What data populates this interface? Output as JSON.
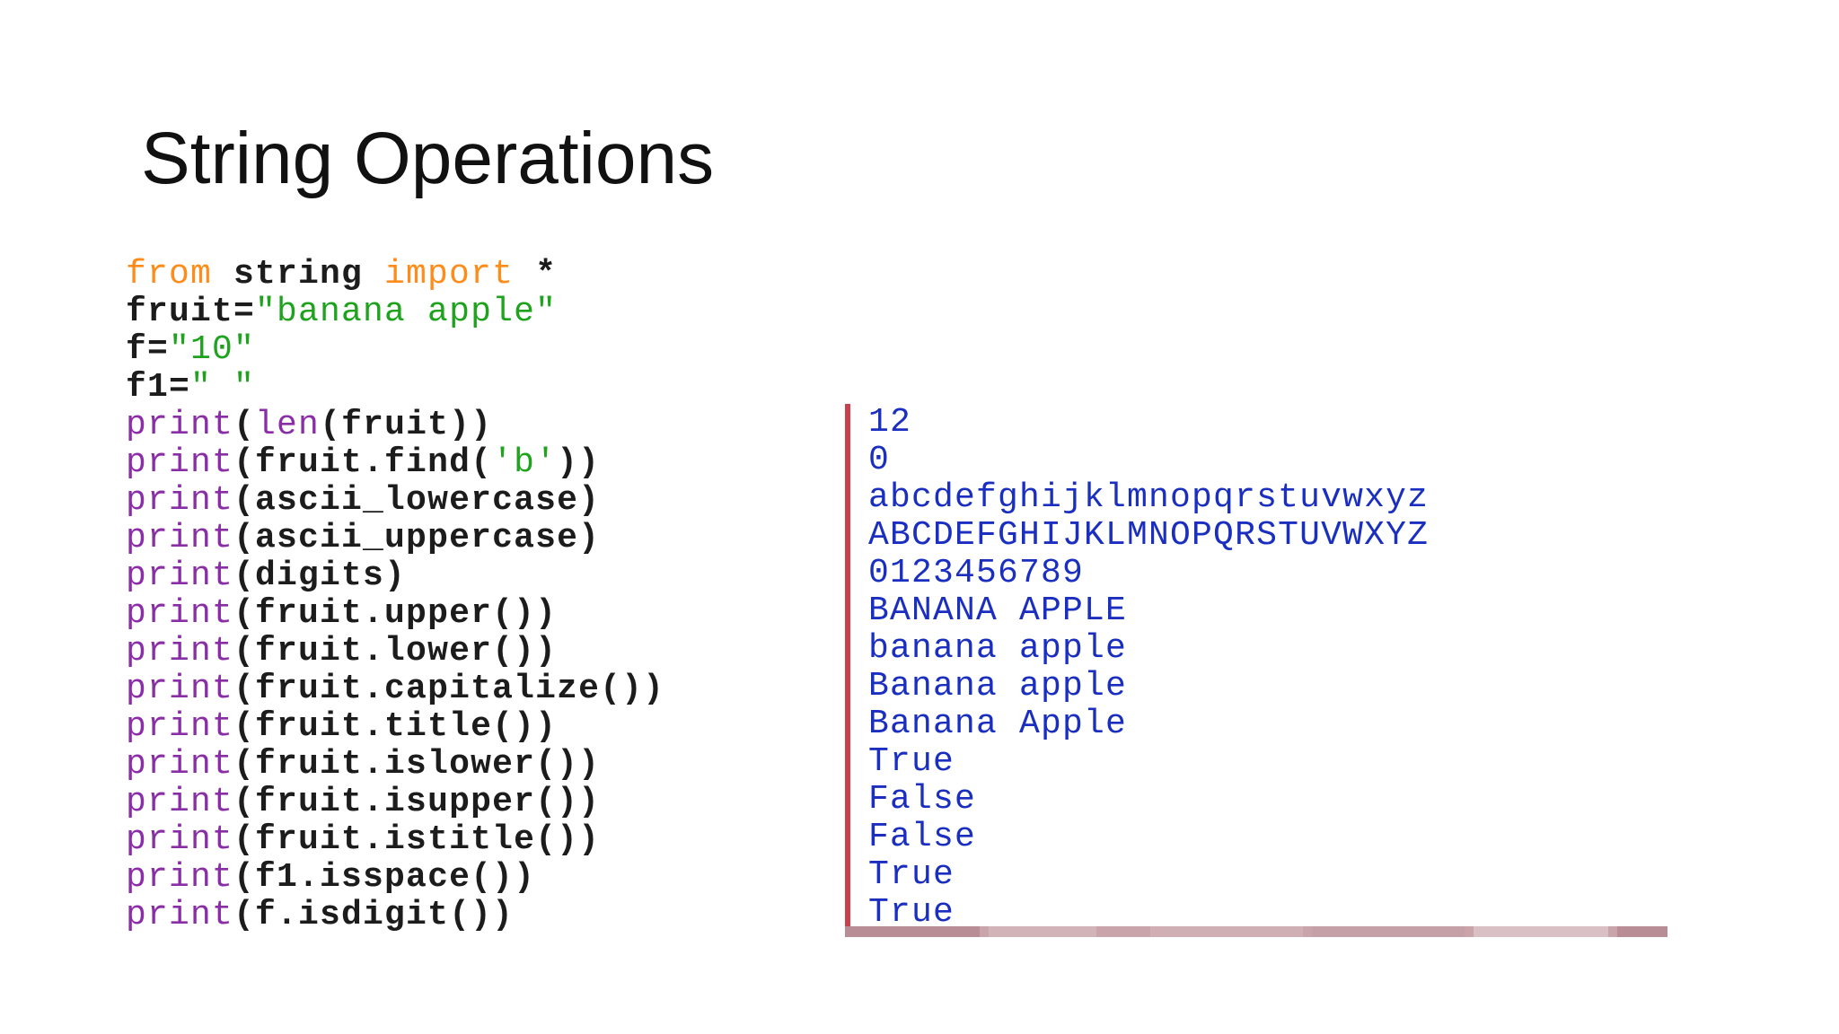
{
  "slide": {
    "title": "String Operations"
  },
  "code": {
    "lines": [
      [
        {
          "t": "from",
          "c": "kw"
        },
        {
          "t": " string ",
          "c": "plain"
        },
        {
          "t": "import",
          "c": "kw"
        },
        {
          "t": " *",
          "c": "plain"
        }
      ],
      [
        {
          "t": "fruit=",
          "c": "plain"
        },
        {
          "t": "\"banana apple\"",
          "c": "str"
        }
      ],
      [
        {
          "t": "f=",
          "c": "plain"
        },
        {
          "t": "\"10\"",
          "c": "str"
        }
      ],
      [
        {
          "t": "f1=",
          "c": "plain"
        },
        {
          "t": "\" \"",
          "c": "str"
        }
      ],
      [
        {
          "t": "print",
          "c": "bi"
        },
        {
          "t": "(",
          "c": "plain"
        },
        {
          "t": "len",
          "c": "bi"
        },
        {
          "t": "(fruit))",
          "c": "plain"
        }
      ],
      [
        {
          "t": "print",
          "c": "bi"
        },
        {
          "t": "(fruit.find(",
          "c": "plain"
        },
        {
          "t": "'b'",
          "c": "str"
        },
        {
          "t": "))",
          "c": "plain"
        }
      ],
      [
        {
          "t": "print",
          "c": "bi"
        },
        {
          "t": "(ascii_lowercase)",
          "c": "plain"
        }
      ],
      [
        {
          "t": "print",
          "c": "bi"
        },
        {
          "t": "(ascii_uppercase)",
          "c": "plain"
        }
      ],
      [
        {
          "t": "print",
          "c": "bi"
        },
        {
          "t": "(digits)",
          "c": "plain"
        }
      ],
      [
        {
          "t": "print",
          "c": "bi"
        },
        {
          "t": "(fruit.upper())",
          "c": "plain"
        }
      ],
      [
        {
          "t": "print",
          "c": "bi"
        },
        {
          "t": "(fruit.lower())",
          "c": "plain"
        }
      ],
      [
        {
          "t": "print",
          "c": "bi"
        },
        {
          "t": "(fruit.capitalize())",
          "c": "plain"
        }
      ],
      [
        {
          "t": "print",
          "c": "bi"
        },
        {
          "t": "(fruit.title())",
          "c": "plain"
        }
      ],
      [
        {
          "t": "print",
          "c": "bi"
        },
        {
          "t": "(fruit.islower())",
          "c": "plain"
        }
      ],
      [
        {
          "t": "print",
          "c": "bi"
        },
        {
          "t": "(fruit.isupper())",
          "c": "plain"
        }
      ],
      [
        {
          "t": "print",
          "c": "bi"
        },
        {
          "t": "(fruit.istitle())",
          "c": "plain"
        }
      ],
      [
        {
          "t": "print",
          "c": "bi"
        },
        {
          "t": "(f1.isspace())",
          "c": "plain"
        }
      ],
      [
        {
          "t": "print",
          "c": "bi"
        },
        {
          "t": "(f.isdigit())",
          "c": "plain"
        }
      ]
    ]
  },
  "output": {
    "lines": [
      "12",
      "0",
      "abcdefghijklmnopqrstuvwxyz",
      "ABCDEFGHIJKLMNOPQRSTUVWXYZ",
      "0123456789",
      "BANANA APPLE",
      "banana apple",
      "Banana apple",
      "Banana Apple",
      "True",
      "False",
      "False",
      "True",
      "True"
    ]
  },
  "colors": {
    "keyword": "#ff8c1a",
    "string": "#1fa31f",
    "builtin": "#8a2ea6",
    "plain": "#1c1c1c",
    "output_text": "#1a2fc0",
    "output_border": "#c9414c"
  }
}
